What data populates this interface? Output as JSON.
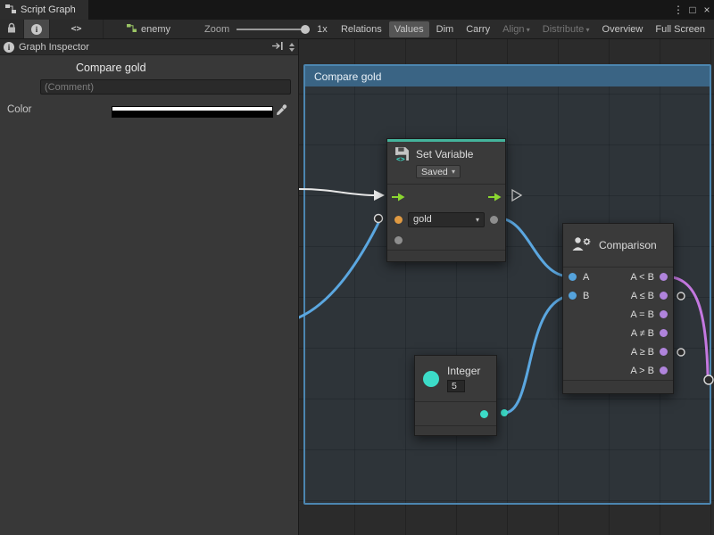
{
  "titlebar": {
    "tab_label": "Script Graph"
  },
  "icons": {
    "info": "i",
    "code": "<>",
    "menu": "⋮",
    "maximize": "□",
    "close": "×"
  },
  "toolbar": {
    "graph_name": "enemy",
    "zoom_label": "Zoom",
    "zoom_value": "1x",
    "buttons": [
      {
        "label": "Relations",
        "state": "normal"
      },
      {
        "label": "Values",
        "state": "selected"
      },
      {
        "label": "Dim",
        "state": "normal"
      },
      {
        "label": "Carry",
        "state": "normal"
      },
      {
        "label": "Align",
        "state": "disabled",
        "dropdown": true
      },
      {
        "label": "Distribute",
        "state": "disabled",
        "dropdown": true
      },
      {
        "label": "Overview",
        "state": "normal"
      },
      {
        "label": "Full Screen",
        "state": "normal"
      }
    ]
  },
  "inspector": {
    "header_label": "Graph Inspector",
    "graph_title": "Compare gold",
    "comment_placeholder": "(Comment)",
    "color_label": "Color"
  },
  "graph": {
    "group_title": "Compare gold",
    "set_variable_node": {
      "title": "Set Variable",
      "scope": "Saved",
      "variable": "gold"
    },
    "comparison_node": {
      "title": "Comparison",
      "input_a": "A",
      "input_b": "B",
      "outputs": [
        "A < B",
        "A ≤ B",
        "A = B",
        "A ≠ B",
        "A ≥ B",
        "A > B"
      ]
    },
    "integer_node": {
      "title": "Integer",
      "value": "5"
    }
  },
  "colors": {
    "flow_green": "#8BD630",
    "value_blue": "#55A3DC",
    "value_purple": "#B084DC",
    "value_cyan": "#3CDCC8",
    "value_orange": "#E09A42",
    "wire_blue": "#5BA7E0",
    "wire_purple": "#C478E0",
    "group_blue": "#3A6484",
    "accent_teal": "#44B49C"
  }
}
